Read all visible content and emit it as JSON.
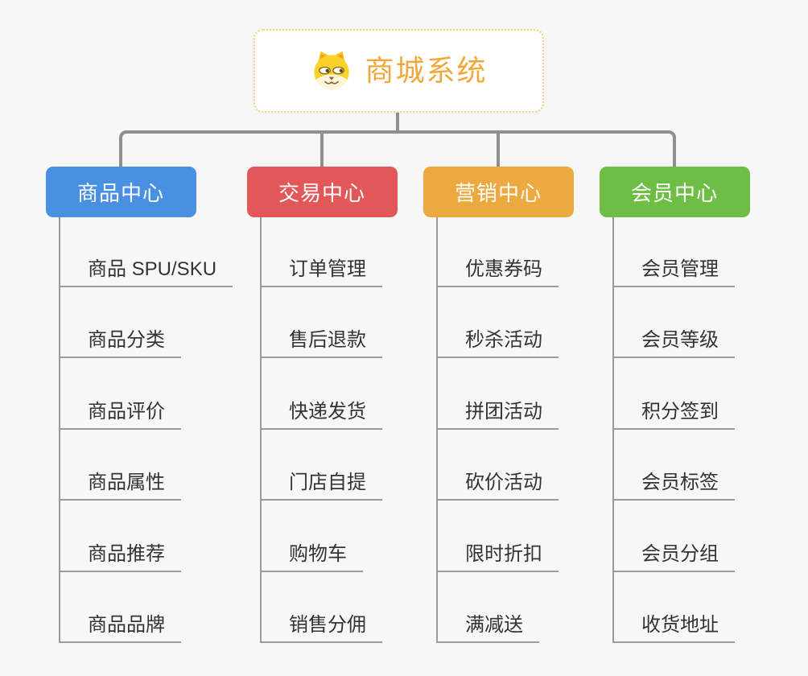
{
  "root": {
    "title": "商城系统",
    "icon": "doge-icon",
    "accent_color": "#f1a83b",
    "border_color": "#f6ca80"
  },
  "connector_color": "#8f8f8f",
  "branch_line_color": "#9a9a9a",
  "leaf_text_color": "#333333",
  "branches": [
    {
      "label": "商品中心",
      "color": "#4a90e2",
      "items": [
        "商品 SPU/SKU",
        "商品分类",
        "商品评价",
        "商品属性",
        "商品推荐",
        "商品品牌"
      ]
    },
    {
      "label": "交易中心",
      "color": "#e25757",
      "items": [
        "订单管理",
        "售后退款",
        "快递发货",
        "门店自提",
        "购物车",
        "销售分佣"
      ]
    },
    {
      "label": "营销中心",
      "color": "#eba93f",
      "items": [
        "优惠券码",
        "秒杀活动",
        "拼团活动",
        "砍价活动",
        "限时折扣",
        "满减送"
      ]
    },
    {
      "label": "会员中心",
      "color": "#6ebe45",
      "items": [
        "会员管理",
        "会员等级",
        "积分签到",
        "会员标签",
        "会员分组",
        "收货地址"
      ]
    }
  ]
}
